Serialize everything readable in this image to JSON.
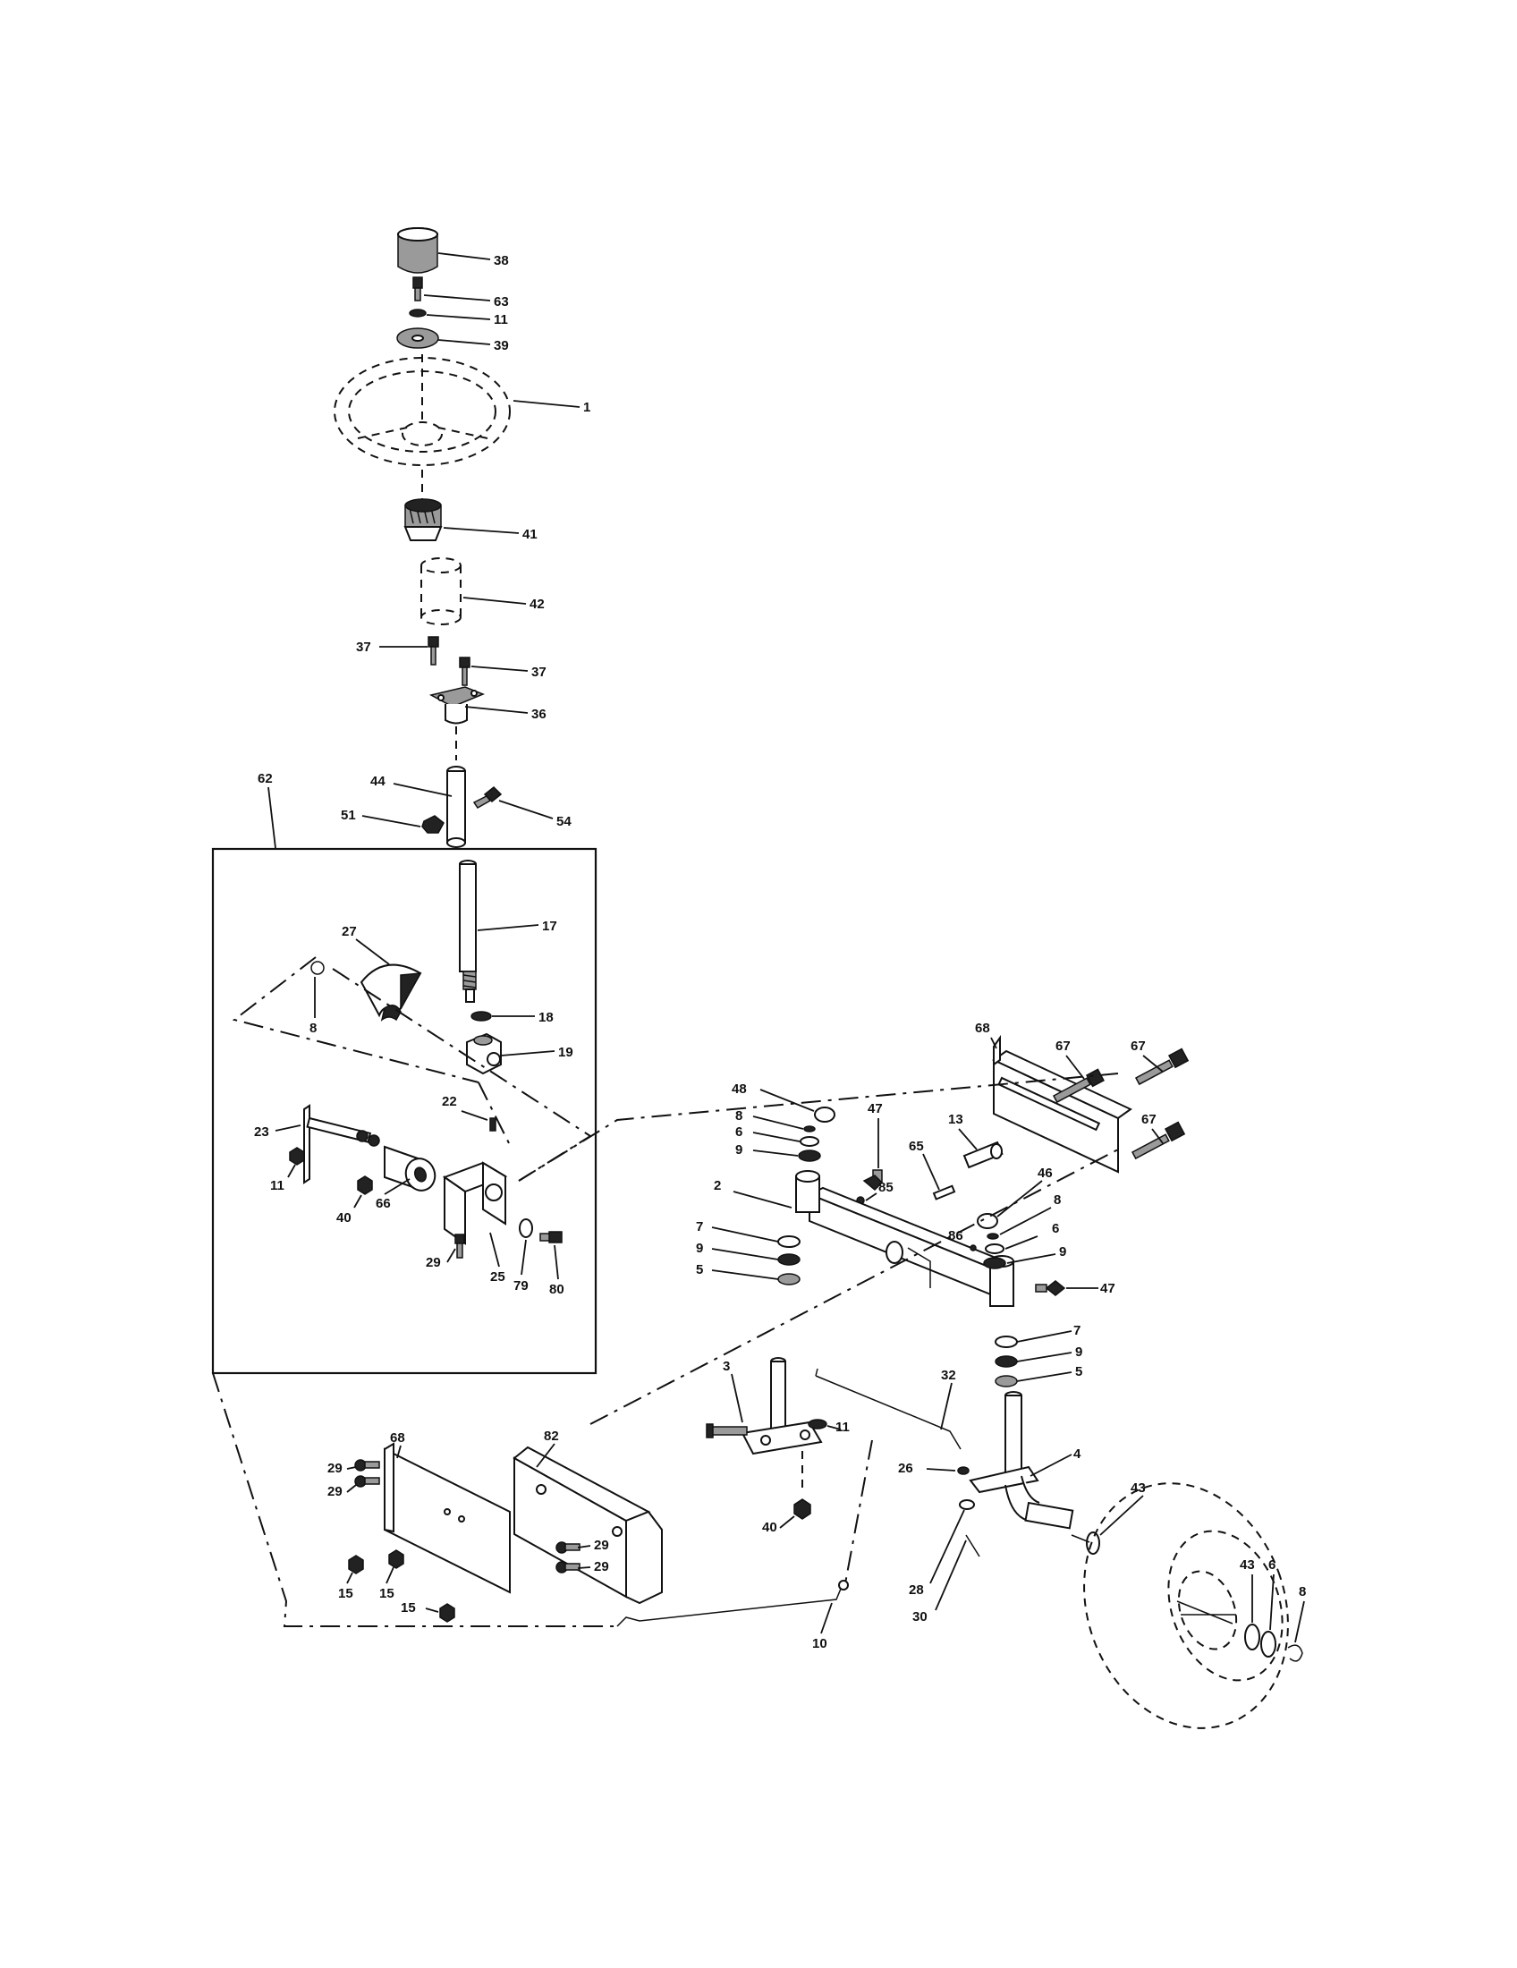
{
  "callouts": [
    "38",
    "63",
    "11",
    "39",
    "1",
    "41",
    "42",
    "37",
    "37",
    "36",
    "44",
    "54",
    "51",
    "62",
    "17",
    "27",
    "8",
    "18",
    "19",
    "22",
    "23",
    "11",
    "40",
    "66",
    "29",
    "25",
    "79",
    "80",
    "68",
    "67",
    "67",
    "67",
    "48",
    "8",
    "6",
    "9",
    "47",
    "13",
    "65",
    "85",
    "2",
    "46",
    "8",
    "86",
    "6",
    "9",
    "7",
    "9",
    "5",
    "47",
    "7",
    "9",
    "5",
    "3",
    "11",
    "32",
    "4",
    "26",
    "43",
    "40",
    "28",
    "30",
    "68",
    "29",
    "29",
    "82",
    "29",
    "29",
    "15",
    "15",
    "15",
    "10",
    "43",
    "6",
    "8"
  ]
}
